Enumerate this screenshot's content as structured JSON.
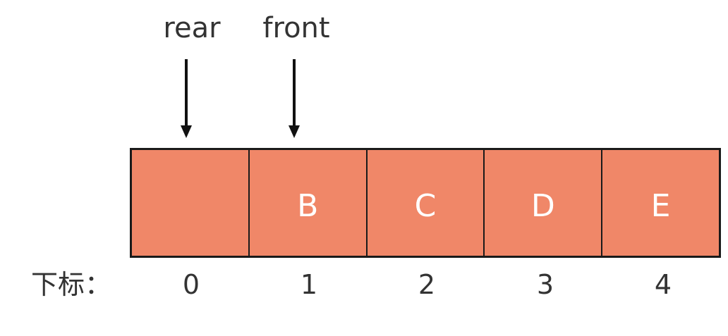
{
  "pointers": {
    "rear": "rear",
    "front": "front"
  },
  "cells": [
    {
      "value": ""
    },
    {
      "value": "B"
    },
    {
      "value": "C"
    },
    {
      "value": "D"
    },
    {
      "value": "E"
    }
  ],
  "index_caption": "下标：",
  "indices": [
    "0",
    "1",
    "2",
    "3",
    "4"
  ],
  "colors": {
    "cell_fill": "#f08768",
    "cell_border": "#1a1a1a",
    "cell_text": "#ffffff",
    "label_text": "#333333",
    "arrow": "#111111"
  }
}
